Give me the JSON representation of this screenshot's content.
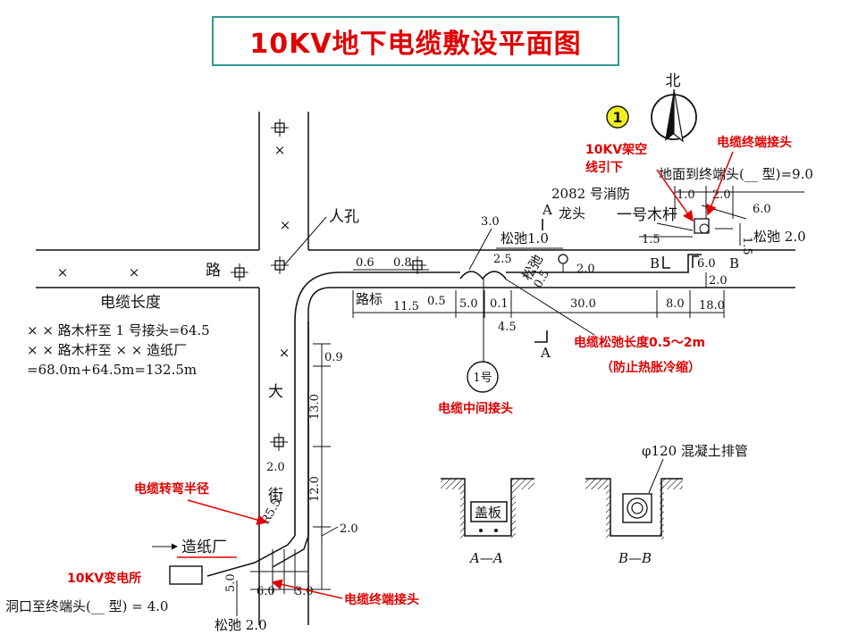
{
  "title": "10KV地下电缆敷设平面图",
  "north": "北",
  "circle_marker": "1",
  "labels": {
    "manhole": "人孔",
    "road_lu": "路",
    "da": "大",
    "jie": "街",
    "cable_length_heading": "电缆长度",
    "len_line1": "× × 路木杆至 1 号接头=64.5",
    "len_line2": "× × 路木杆至 × × 造纸厂",
    "len_line3": "=68.0m+64.5m=132.5m",
    "hydrant": "2082 号消防",
    "hydrant2": "龙头",
    "pole1": "一号木杆",
    "ground_to_term": "地面到终端头(__ 型)=9.0",
    "slack": "松弛",
    "slack_v": "松弛",
    "road_marker": "路标",
    "joint1": "1号",
    "paper_mill": "造纸厂",
    "cave_to_term": "洞口至终端头(__ 型) = 4.0",
    "bottom_slack": "松弛 2.0",
    "pipe_label": "φ120 混凝土排管",
    "cover": "盖板",
    "section_aa": "A—A",
    "section_bb": "B—B",
    "a_mark": "A",
    "b_mark": "B"
  },
  "dims": {
    "d3_0": "3.0",
    "d1_0a": "1.0",
    "d2_5": "2.5",
    "d0_5a": "0.5",
    "d2_0a": "2.0",
    "d0_6": "0.6",
    "d0_8": "0.8",
    "d11_5": "11.5",
    "d0_5b": "0.5",
    "d5_0a": "5.0",
    "d0_1": "0.1",
    "d30_0": "30.0",
    "d8_0": "8.0",
    "d18_0": "18.0",
    "d4_5": "4.5",
    "d1_0b": "1.0",
    "d2_0b": "2.0",
    "d6_0a": "6.0",
    "d1_5a": "1.5",
    "d1_5b": "1.5",
    "d2_0c": "2.0",
    "d6_0b": "6.0",
    "d2_0d": "2.0",
    "d0_9": "0.9",
    "d13_0": "13.0",
    "d12_0": "12.0",
    "d2_0e": "2.0",
    "r5_5": "R5.5",
    "d2_0f": "2.0",
    "d5_0b": "5.0",
    "d6_0c": "6.0",
    "d3_0b": "3.0"
  },
  "annotations": {
    "overhead_line_1": "10KV架空",
    "overhead_line_2": "线引下",
    "term_joint_top": "电缆终端接头",
    "slack_length": "电缆松弛长度0.5～2m",
    "slack_reason": "（防止热胀冷缩）",
    "mid_joint": "电缆中间接头",
    "turn_radius": "电缆转弯半径",
    "substation": "10KV变电所",
    "term_joint_bottom": "电缆终端接头"
  },
  "colors": {
    "annotation_red": "#e00000",
    "title_border": "#2f9a96",
    "marker_yellow": "#f2ee20"
  }
}
